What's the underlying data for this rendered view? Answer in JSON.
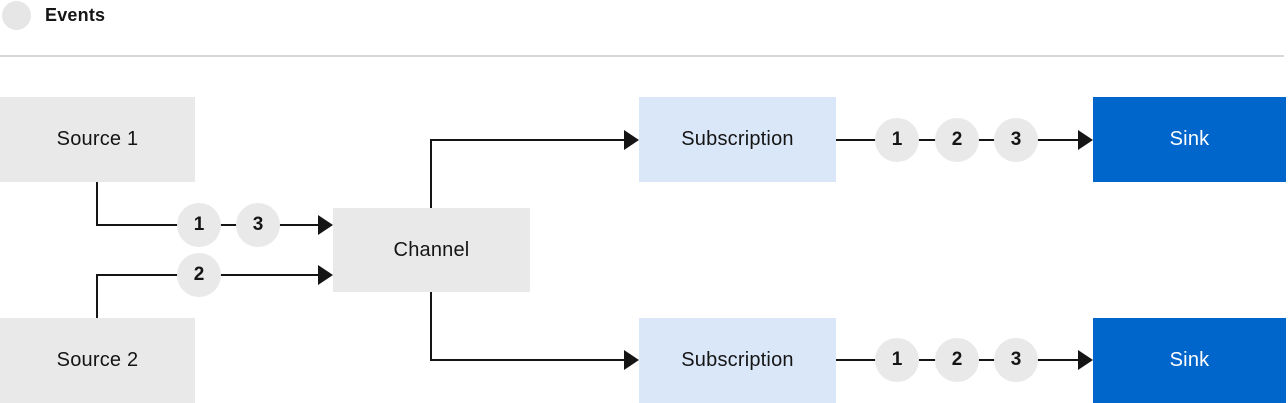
{
  "legend": {
    "label": "Events"
  },
  "nodes": {
    "source1": {
      "label": "Source 1"
    },
    "source2": {
      "label": "Source 2"
    },
    "channel": {
      "label": "Channel"
    },
    "subscription1": {
      "label": "Subscription"
    },
    "subscription2": {
      "label": "Subscription"
    },
    "sink1": {
      "label": "Sink"
    },
    "sink2": {
      "label": "Sink"
    }
  },
  "events": {
    "source1_to_channel": [
      "1",
      "3"
    ],
    "source2_to_channel": [
      "2"
    ],
    "subscription1_to_sink": [
      "1",
      "2",
      "3"
    ],
    "subscription2_to_sink": [
      "1",
      "2",
      "3"
    ]
  },
  "colors": {
    "node_gray": "#e9e9e9",
    "node_light_blue": "#d9e7f8",
    "node_blue": "#0066cc",
    "event_circle": "#e9e9e9",
    "connector": "#151515",
    "divider": "#d8d8d8",
    "text_dark": "#151515",
    "text_on_blue": "#ffffff"
  }
}
